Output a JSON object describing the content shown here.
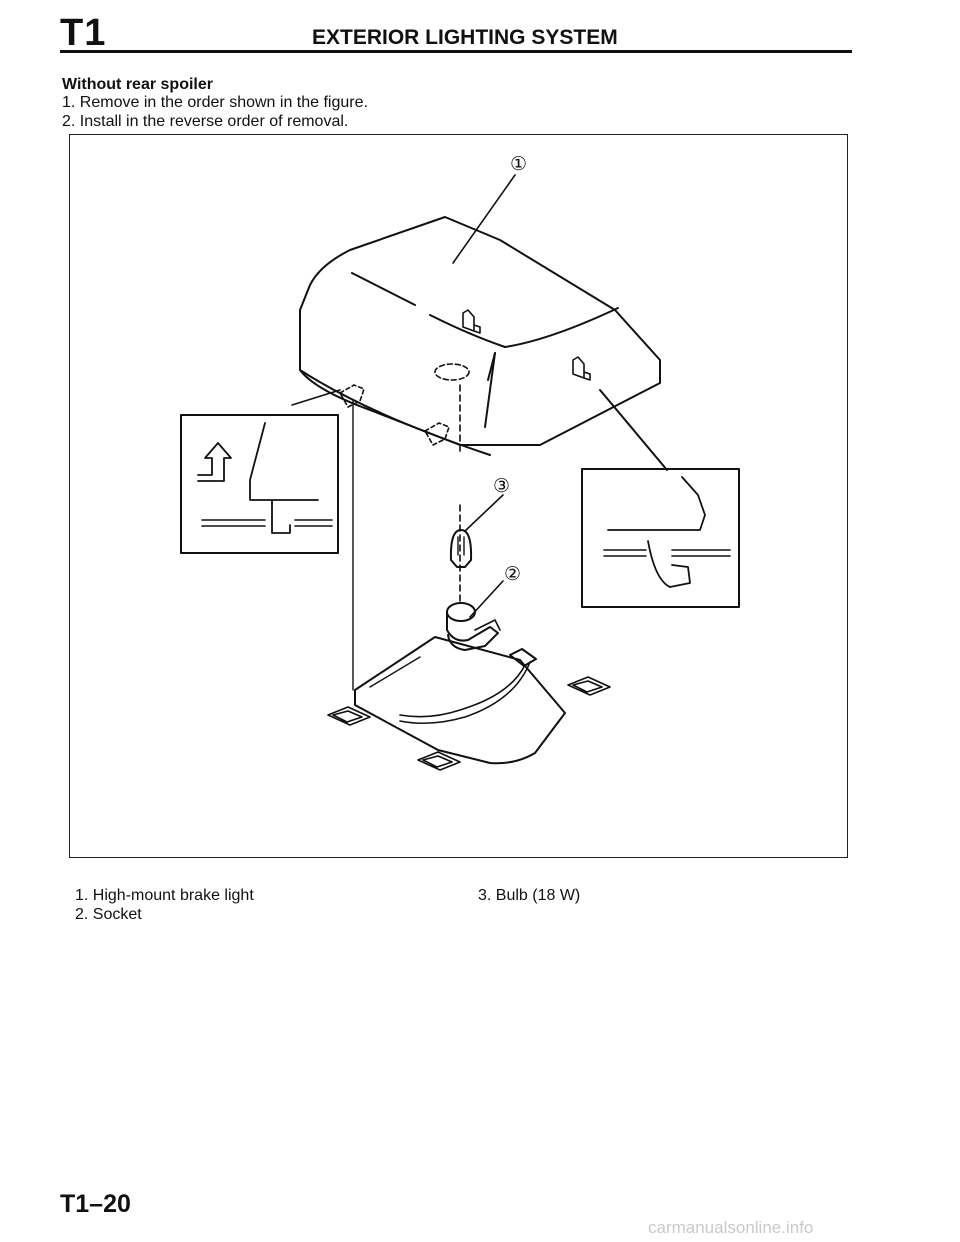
{
  "header": {
    "section_code": "T1",
    "title": "EXTERIOR LIGHTING SYSTEM"
  },
  "section": {
    "title": "Without rear spoiler",
    "steps": [
      "1. Remove in the order shown in the figure.",
      "2. Install in the reverse order of removal."
    ]
  },
  "figure": {
    "callouts": [
      "①",
      "②",
      "③"
    ]
  },
  "legend": [
    "1. High-mount brake light",
    "2. Socket",
    "3. Bulb (18 W)"
  ],
  "footer": {
    "page_code": "T1–20"
  },
  "watermark": "carmanualsonline.info"
}
